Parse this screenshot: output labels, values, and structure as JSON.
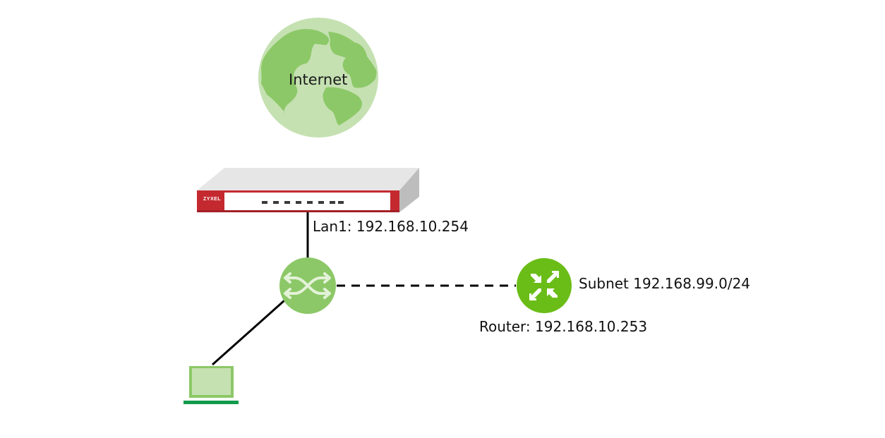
{
  "nodes": {
    "internet": {
      "label": "Internet",
      "icon": "globe-icon"
    },
    "firewall": {
      "brand_text": "ZYXEL",
      "icon": "firewall-appliance-icon"
    },
    "switch": {
      "icon": "switch-icon"
    },
    "router": {
      "icon": "router-icon"
    },
    "laptop": {
      "icon": "laptop-icon"
    }
  },
  "labels": {
    "lan1": "Lan1: 192.168.10.254",
    "subnet": "Subnet 192.168.99.0/24",
    "router": "Router: 192.168.10.253"
  },
  "colors": {
    "globe_ocean": "#c5e1b2",
    "globe_land": "#8cc867",
    "switch_green": "#8cc867",
    "router_green": "#6abd17",
    "laptop_screen": "#c5e1b2",
    "laptop_frame": "#8cc867",
    "laptop_base": "#129b4b",
    "firewall_red": "#c4292f",
    "firewall_gray": "#d4d4d4"
  }
}
